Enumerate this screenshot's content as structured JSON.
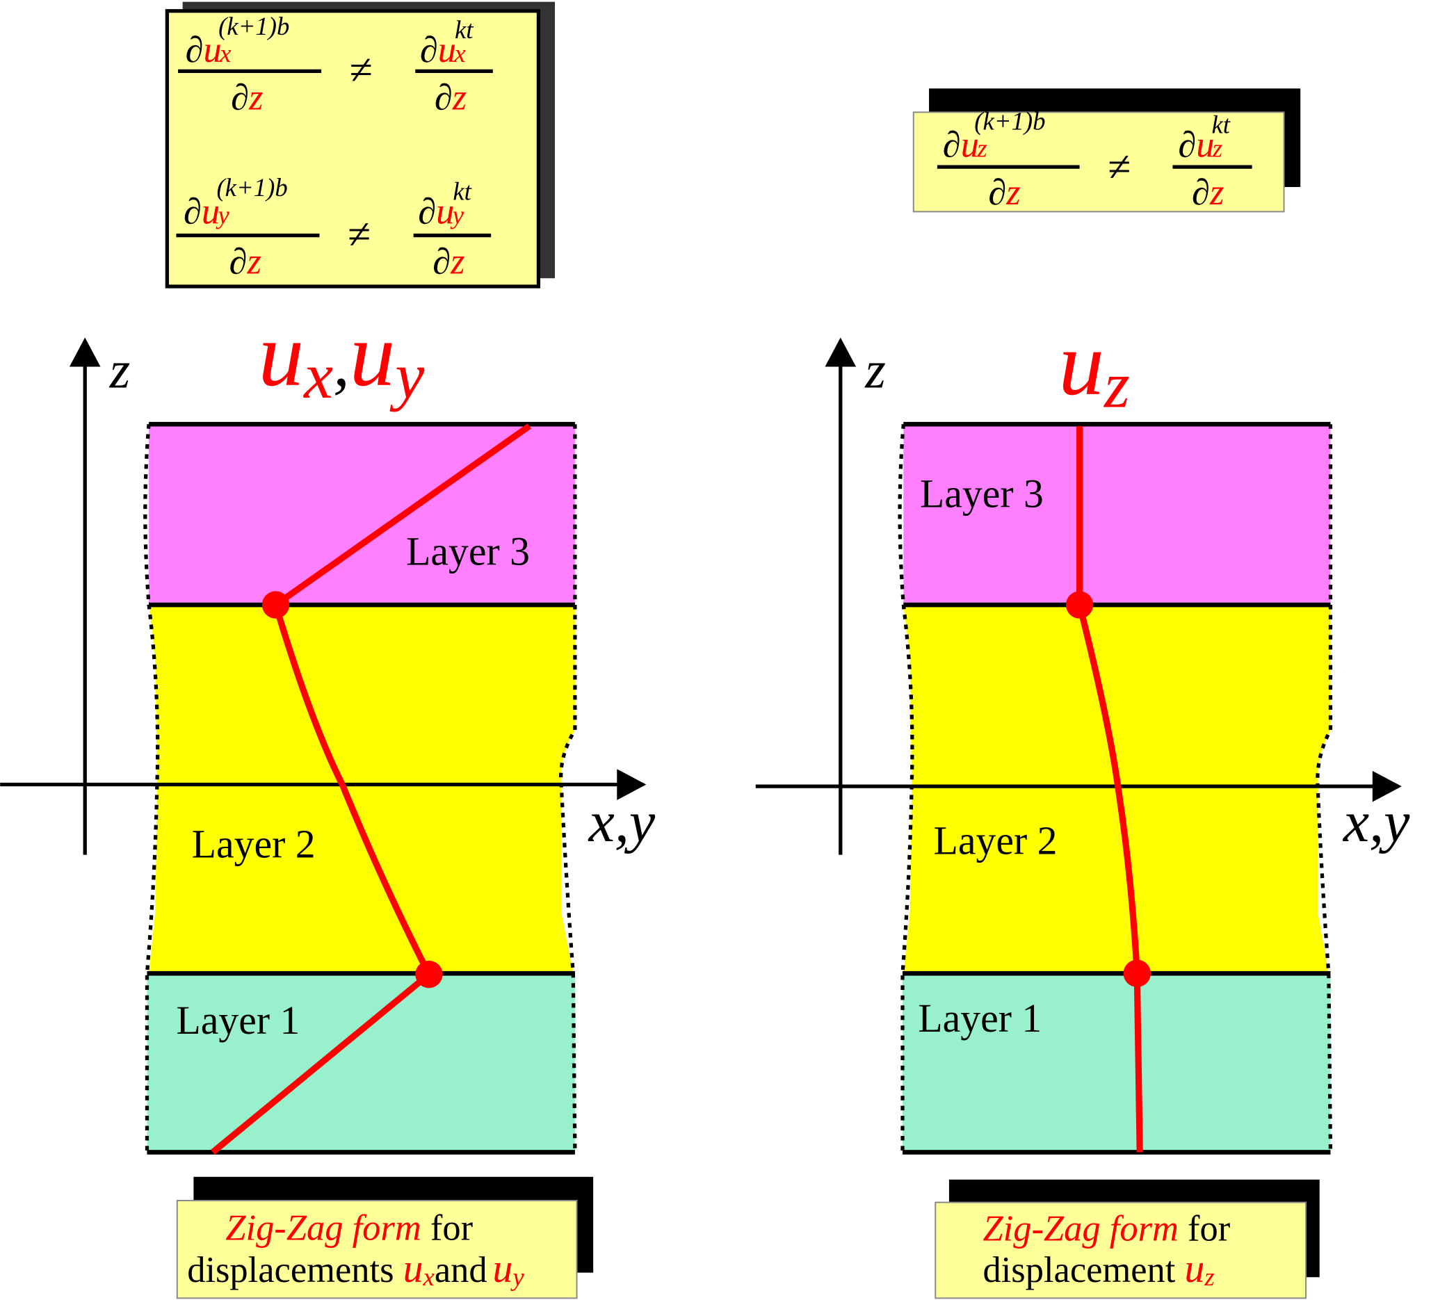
{
  "colors": {
    "layer3": "#ff80ff",
    "layer2": "#ffff00",
    "layer1": "#99f0cc",
    "box": "#ffff99",
    "accent": "#ff0000"
  },
  "formulas_left": {
    "partial": "∂",
    "u": "u",
    "sub_x": "x",
    "sub_y": "y",
    "sup_bottom": "(k+1)b",
    "sup_top": "kt",
    "z": "z",
    "neq": "≠"
  },
  "formulas_right": {
    "partial": "∂",
    "u": "u",
    "sub_z": "z",
    "sup_bottom": "(k+1)b",
    "sup_top": "kt",
    "z": "z",
    "neq": "≠"
  },
  "left_diagram": {
    "title_u": "u",
    "title_sub_x": "x",
    "title_comma": ",",
    "title_sub_y": "y",
    "axis_z": "z",
    "axis_xy": "x,y",
    "layers": [
      "Layer 1",
      "Layer 2",
      "Layer 3"
    ]
  },
  "right_diagram": {
    "title_u": "u",
    "title_sub_z": "z",
    "axis_z": "z",
    "axis_xy": "x,y",
    "layers": [
      "Layer 1",
      "Layer 2",
      "Layer 3"
    ]
  },
  "captions": {
    "left": {
      "red": "Zig-Zag form",
      "for": " for",
      "line2": "displacements ",
      "u": "u",
      "sub_x": "x",
      "and": "and",
      "sub_y": "y"
    },
    "right": {
      "red": "Zig-Zag form",
      "for": " for",
      "line2": "displacement ",
      "u": "u",
      "sub_z": "z"
    }
  }
}
